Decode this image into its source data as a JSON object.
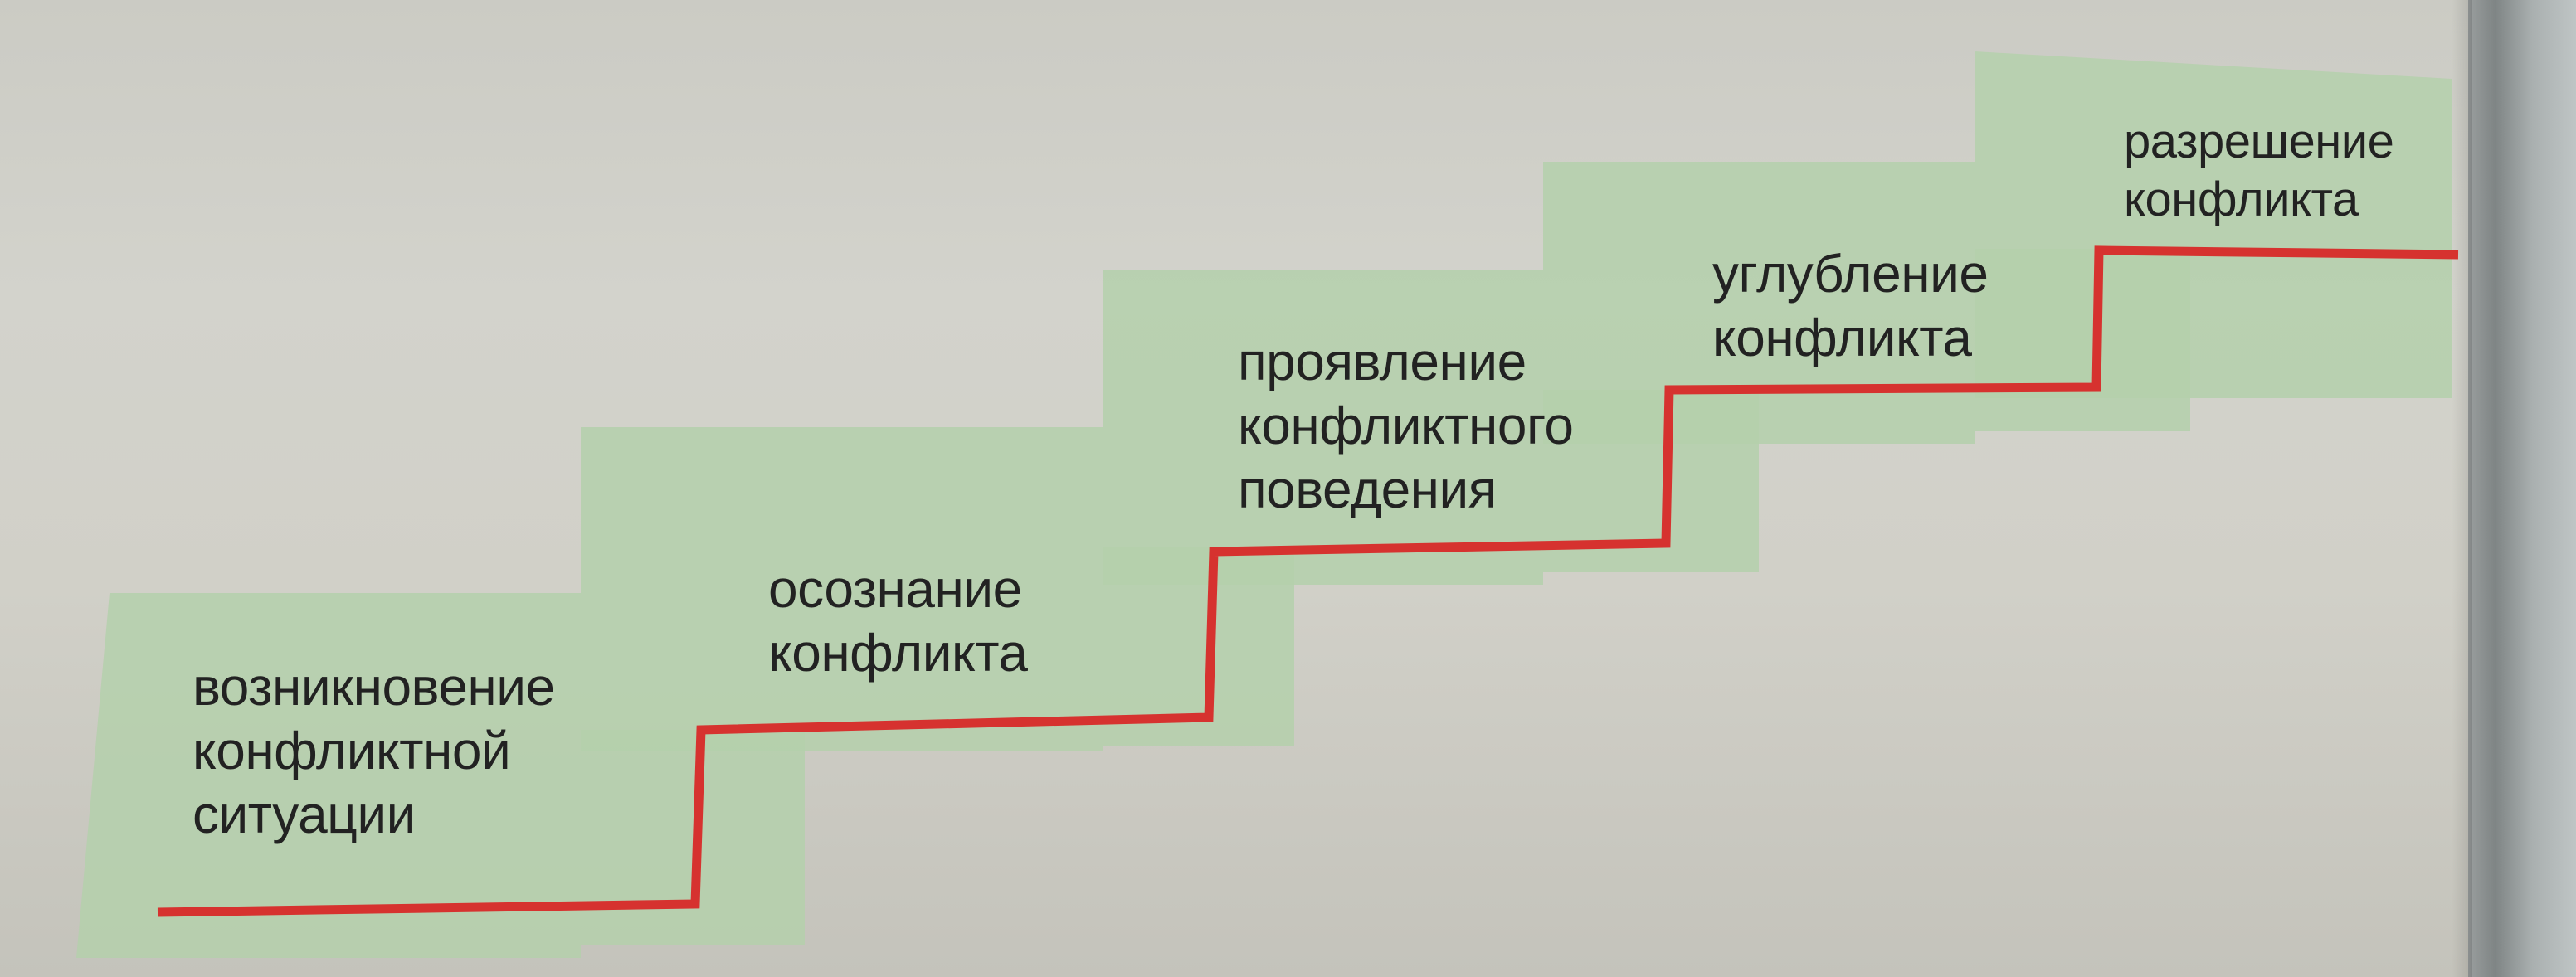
{
  "diagram": {
    "steps": [
      {
        "label": "возникновение\nконфликтной\nситуации"
      },
      {
        "label": "осознание\nконфликта"
      },
      {
        "label": "проявление\nконфликтного\nповедения"
      },
      {
        "label": "углубление\nконфликта"
      },
      {
        "label": "разрешение\nконфликта"
      }
    ],
    "colors": {
      "step_fill": "#b4d0ac",
      "stair_line": "#d6322f",
      "label_text": "#222222"
    }
  }
}
